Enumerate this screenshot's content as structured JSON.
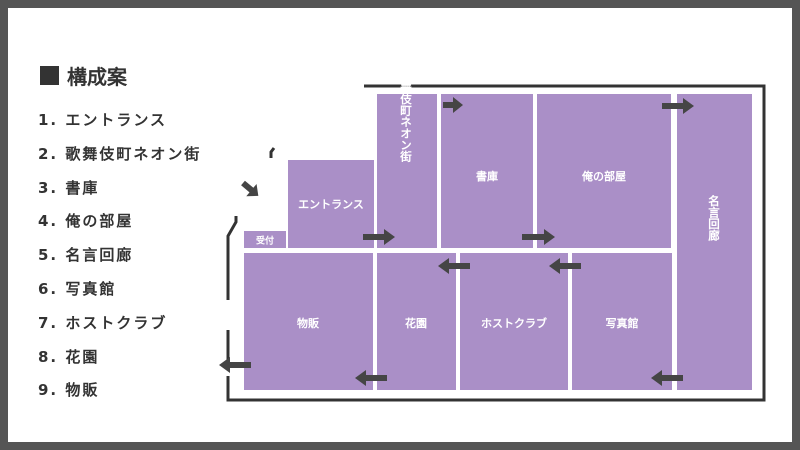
{
  "title": "構成案",
  "list": [
    "1. エントランス",
    "2. 歌舞伎町ネオン街",
    "3. 書庫",
    "4. 俺の部屋",
    "5. 名言回廊",
    "6. 写真館",
    "7. ホストクラブ",
    "8. 花園",
    "9. 物販"
  ],
  "rooms": {
    "entrance": "エントランス",
    "reception": "受付",
    "neon": "歌舞伎町ネオン街",
    "library": "書庫",
    "myroom": "俺の部屋",
    "quotes": "名言回廊",
    "shop": "物販",
    "garden": "花園",
    "host": "ホストクラブ",
    "photo": "写真館"
  },
  "colors": {
    "room": "#aa8fc7",
    "arrow": "#454545",
    "frame": "#555555",
    "wall": "#333333"
  }
}
